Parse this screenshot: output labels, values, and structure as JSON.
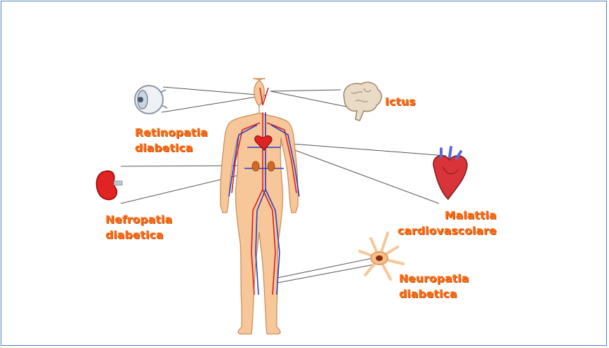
{
  "labels": {
    "retinopathy": [
      "Retinopatia",
      "diabetica"
    ],
    "nephropathy": [
      "Nefropatia",
      "diabetica"
    ],
    "stroke": [
      "Ictus"
    ],
    "cardio": [
      "Malattia",
      "cardiovascolare"
    ],
    "neuropathy": [
      "Neuropatia",
      "diabetica"
    ]
  },
  "colors": {
    "label": "#ff6a13",
    "frame": "#4f81bd",
    "skin": "#f7c79a",
    "artery": "#d62020",
    "vein": "#2b3fbf"
  },
  "icons": [
    "eye-icon",
    "kidney-icon",
    "brain-icon",
    "heart-icon",
    "nerve-cell-icon",
    "human-body-illustration"
  ]
}
